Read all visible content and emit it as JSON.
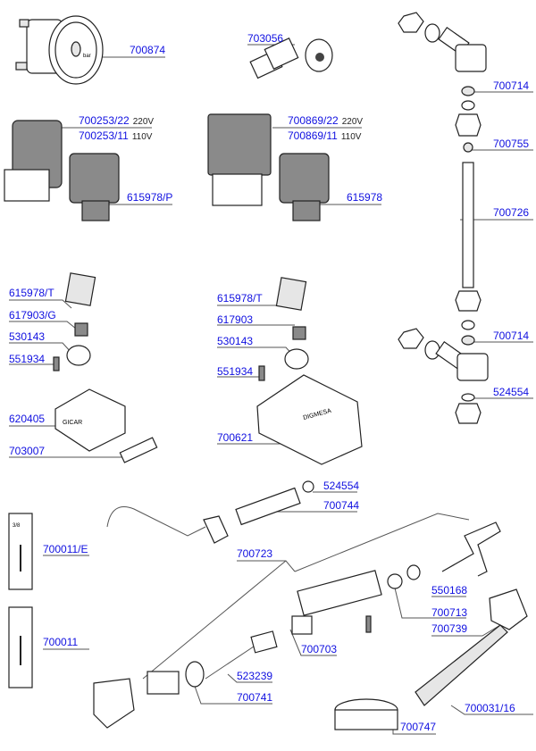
{
  "labels": {
    "l700874": "700874",
    "l703056": "703056",
    "l700714a": "700714",
    "l700253_22": "700253/22",
    "v220a": "220V",
    "l700253_11": "700253/11",
    "v110a": "110V",
    "l700869_22": "700869/22",
    "v220b": "220V",
    "l700869_11": "700869/11",
    "v110b": "110V",
    "l700755": "700755",
    "l615978p": "615978/P",
    "l615978": "615978",
    "l700726": "700726",
    "l615978ta": "615978/T",
    "l617903g": "617903/G",
    "l530143a": "530143",
    "l551934a": "551934",
    "l620405": "620405",
    "l703007": "703007",
    "l615978tb": "615978/T",
    "l617903": "617903",
    "l530143b": "530143",
    "l551934b": "551934",
    "l700621": "700621",
    "l700714b": "700714",
    "l524554a": "524554",
    "l524554b": "524554",
    "l700744": "700744",
    "l700011e": "700011/E",
    "l700723": "700723",
    "l550168": "550168",
    "l700713": "700713",
    "l700739": "700739",
    "l700011": "700011",
    "l700703": "700703",
    "l523239": "523239",
    "l700741": "700741",
    "l700031_16": "700031/16",
    "l700747": "700747"
  },
  "markings": {
    "gauge_unit": "bar",
    "gicar": "GICAR",
    "digmesa": "DIGMESA",
    "thread_size": "3/8"
  },
  "colors": {
    "label": "#1010e0",
    "leader": "#555555"
  }
}
